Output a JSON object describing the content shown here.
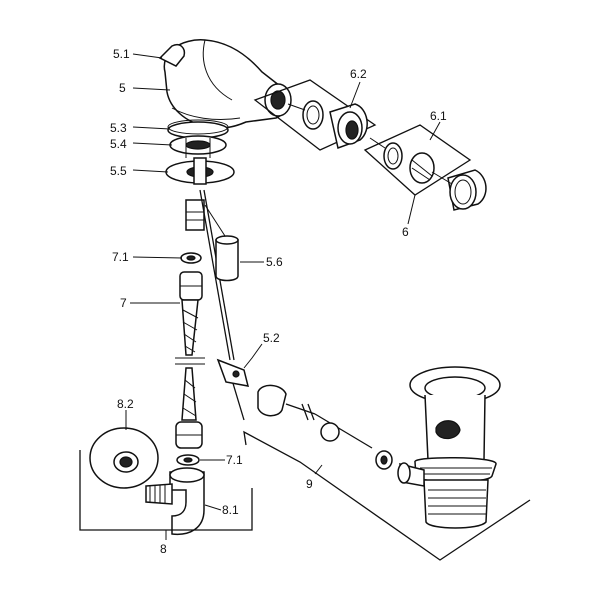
{
  "labels": {
    "l_5_1": "5.1",
    "l_5": "5",
    "l_5_3": "5.3",
    "l_5_4": "5.4",
    "l_5_5": "5.5",
    "l_6_2": "6.2",
    "l_6_1": "6.1",
    "l_6": "6",
    "l_7_1_top": "7.1",
    "l_5_6": "5.6",
    "l_7": "7",
    "l_5_2": "5.2",
    "l_8_2": "8.2",
    "l_7_1_bottom": "7.1",
    "l_9": "9",
    "l_8_1": "8.1",
    "l_8": "8"
  }
}
